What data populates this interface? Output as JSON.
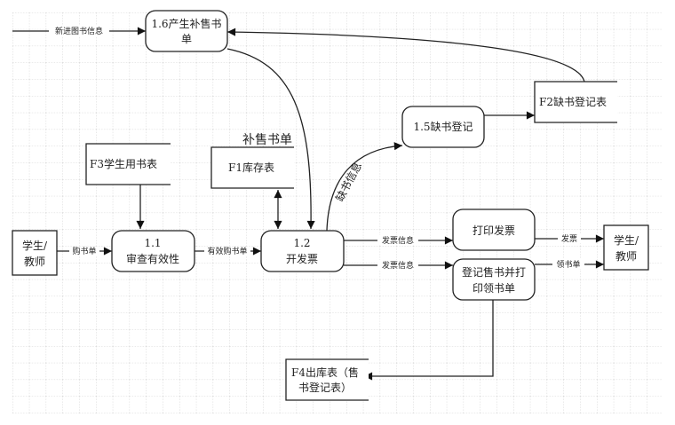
{
  "processes": {
    "p16": {
      "line1": "1.6产生补售书",
      "line2": "单"
    },
    "p11": {
      "id": "1.1",
      "name": "审查有效性"
    },
    "p12": {
      "id": "1.2",
      "name": "开发票"
    },
    "p15": {
      "name": "1.5缺书登记"
    },
    "print_invoice": {
      "name": "打印发票"
    },
    "register": {
      "line1": "登记售书并打",
      "line2": "印领书单"
    }
  },
  "stores": {
    "f1": "F1库存表",
    "f2": "F2缺书登记表",
    "f3": "F3学生用书表",
    "f4": {
      "line1": "F4出库表（售",
      "line2": "书登记表）"
    }
  },
  "entities": {
    "left": {
      "line1": "学生/",
      "line2": "教师"
    },
    "right": {
      "line1": "学生/",
      "line2": "教师"
    }
  },
  "flows": {
    "new_books": "新进图书信息",
    "supplement_order": "补售书单",
    "purchase_order": "购书单",
    "valid_order": "有效购书单",
    "missing_info": "缺书信息",
    "invoice_info_1": "发票信息",
    "invoice_info_2": "发票信息",
    "invoice": "发票",
    "receipt": "领书单"
  }
}
